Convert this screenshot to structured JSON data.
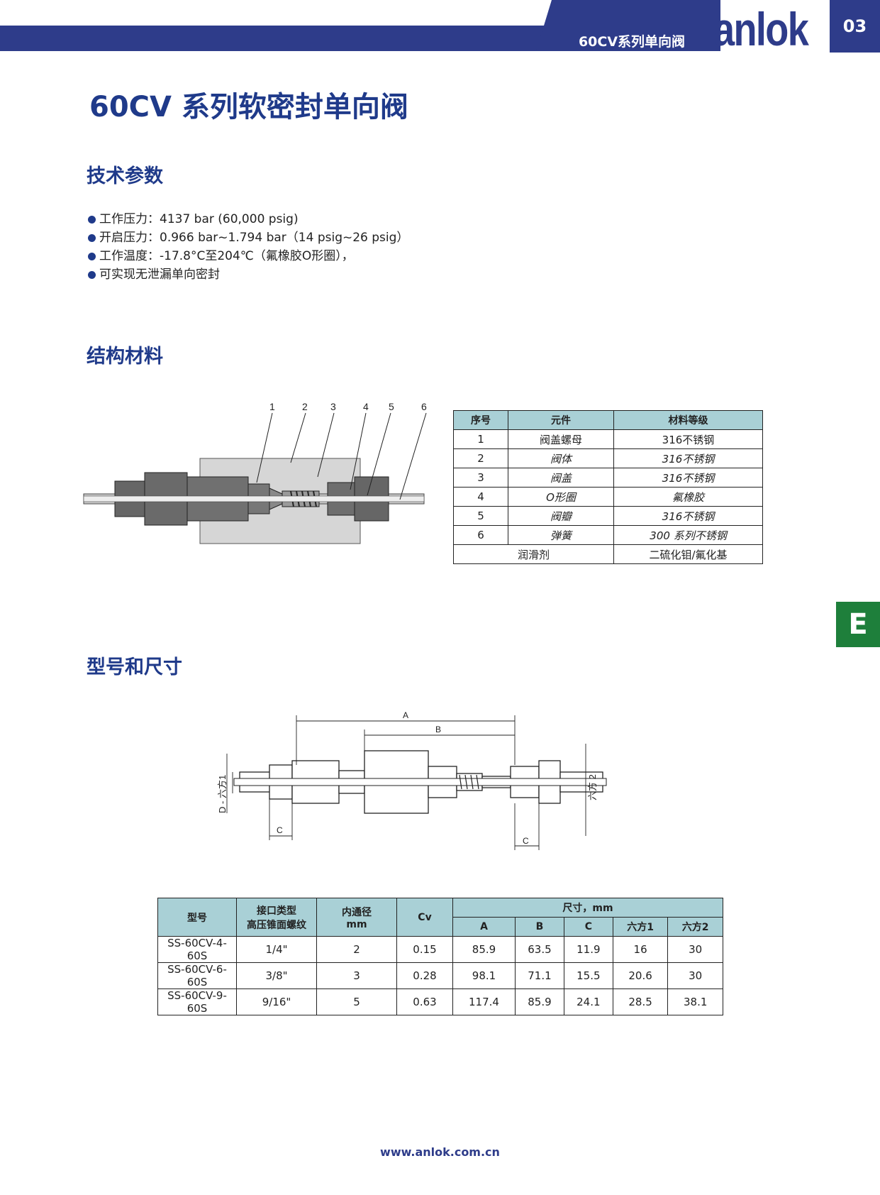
{
  "header": {
    "series": "60CV系列单向阀",
    "logo": "anlok",
    "page_number": "03",
    "side_tab": "E"
  },
  "title": "60CV 系列软密封单向阀",
  "sections": {
    "specs": "技术参数",
    "materials": "结构材料",
    "models": "型号和尺寸"
  },
  "specs": [
    "工作压力：4137 bar (60,000 psig)",
    "开启压力：0.966 bar~1.794 bar（14 psig~26 psig）",
    "工作温度：-17.8°C至204℃（氟橡胶O形圈），",
    "可实现无泄漏单向密封"
  ],
  "materials_diagram": {
    "callouts": [
      "1",
      "2",
      "3",
      "4",
      "5",
      "6"
    ]
  },
  "materials_table": {
    "headers": [
      "序号",
      "元件",
      "材料等级"
    ],
    "rows": [
      {
        "no": "1",
        "part": "阀盖螺母",
        "material": "316不锈钢"
      },
      {
        "no": "2",
        "part": "阀体",
        "material": "316不锈钢"
      },
      {
        "no": "3",
        "part": "阀盖",
        "material": "316不锈钢"
      },
      {
        "no": "4",
        "part": "O形圈",
        "material": "氟橡胶"
      },
      {
        "no": "5",
        "part": "阀瓣",
        "material": "316不锈钢"
      },
      {
        "no": "6",
        "part": "弹簧",
        "material": "300 系列不锈钢"
      }
    ],
    "lubricant": {
      "label": "润滑剂",
      "material": "二硫化钼/氟化基"
    }
  },
  "dimension_diagram": {
    "A": "A",
    "B": "B",
    "C": "C",
    "hex1": "D - 六方1",
    "hex2": "六方 2"
  },
  "dimensions_table": {
    "h_model": "型号",
    "h_conn1": "接口类型",
    "h_conn2": "高压锥面螺纹",
    "h_bore1": "内通径",
    "h_bore2": "mm",
    "h_cv": "Cv",
    "h_size": "尺寸，mm",
    "sub": [
      "A",
      "B",
      "C",
      "六方1",
      "六方2"
    ],
    "rows": [
      [
        "SS-60CV-4-60S",
        "1/4\"",
        "2",
        "0.15",
        "85.9",
        "63.5",
        "11.9",
        "16",
        "30"
      ],
      [
        "SS-60CV-6-60S",
        "3/8\"",
        "3",
        "0.28",
        "98.1",
        "71.1",
        "15.5",
        "20.6",
        "30"
      ],
      [
        "SS-60CV-9-60S",
        "9/16\"",
        "5",
        "0.63",
        "117.4",
        "85.9",
        "24.1",
        "28.5",
        "38.1"
      ]
    ]
  },
  "footer": "www.anlok.com.cn"
}
